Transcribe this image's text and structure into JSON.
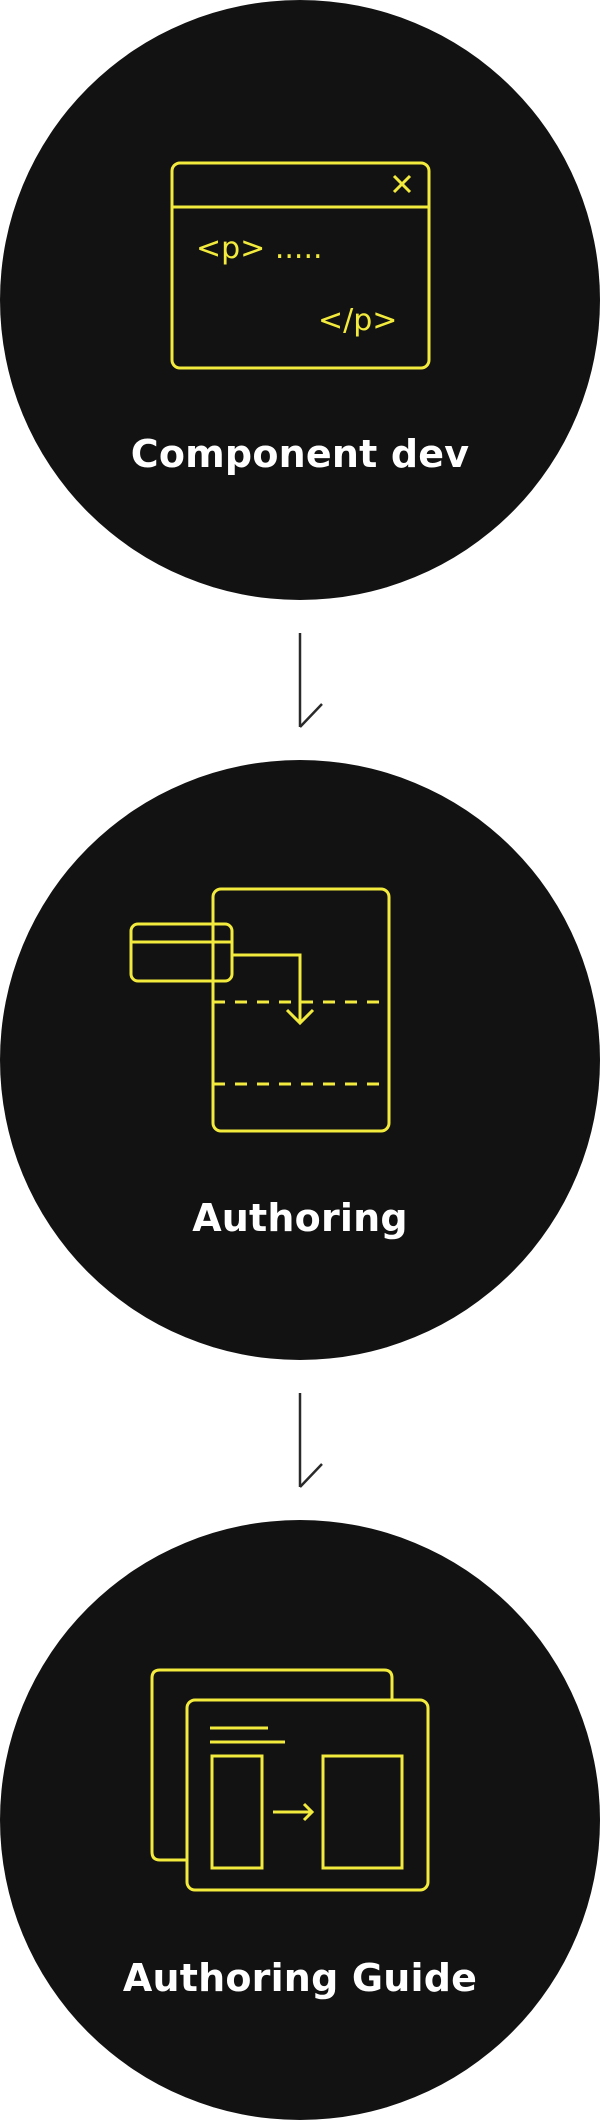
{
  "steps": [
    {
      "label": "Component dev",
      "icon": "code-window-icon"
    },
    {
      "label": "Authoring",
      "icon": "drag-component-icon"
    },
    {
      "label": "Authoring Guide",
      "icon": "guide-pages-icon"
    }
  ],
  "code_icon": {
    "open_tag": "<p> .....",
    "close_tag": "</p>"
  },
  "colors": {
    "circle": "#121212",
    "accent": "#F2EA3C",
    "label": "#FFFFFF",
    "arrow": "#2A2A2A",
    "background": "#FFFFFF"
  }
}
